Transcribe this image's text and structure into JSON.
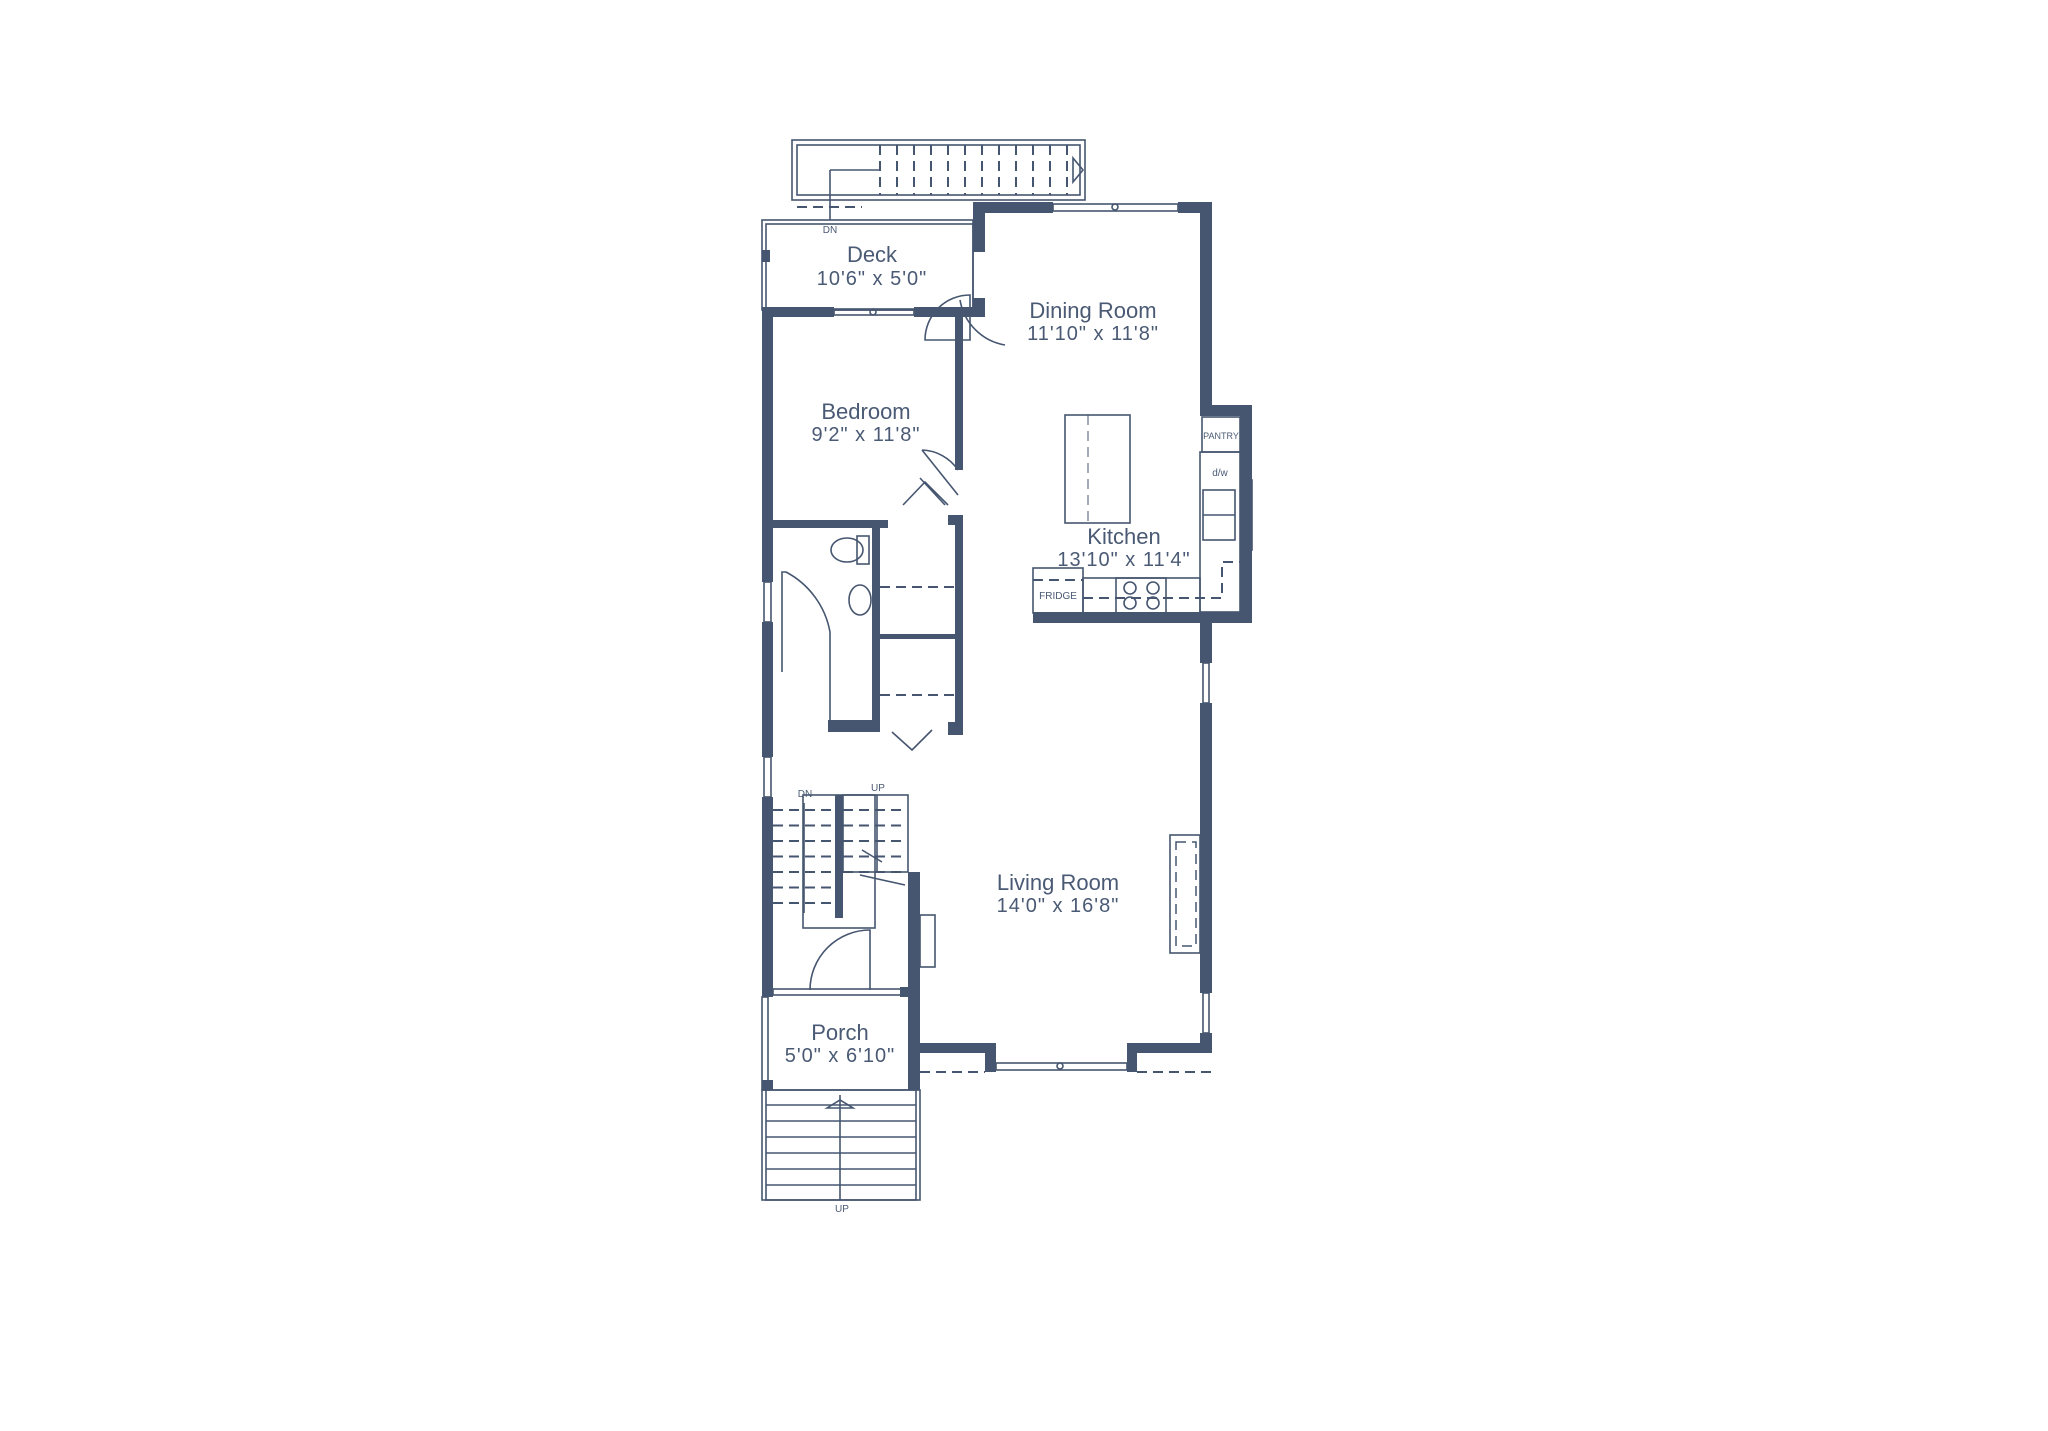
{
  "plan": {
    "rooms": [
      {
        "name": "Deck",
        "size": "10'6\" x 5'0\""
      },
      {
        "name": "Dining Room",
        "size": "11'10\" x 11'8\""
      },
      {
        "name": "Bedroom",
        "size": "9'2\" x 11'8\""
      },
      {
        "name": "Kitchen",
        "size": "13'10\" x 11'4\""
      },
      {
        "name": "Living Room",
        "size": "14'0\" x 16'8\""
      },
      {
        "name": "Porch",
        "size": "5'0\" x 6'10\""
      }
    ],
    "labels": {
      "deck_stair": "DN",
      "interior_down": "DN",
      "interior_up": "UP",
      "front_stair": "UP",
      "pantry": "PANTRY",
      "dishwasher": "d/w",
      "fridge": "FRIDGE"
    },
    "colors": {
      "wall": "#465670",
      "background": "#ffffff"
    }
  }
}
